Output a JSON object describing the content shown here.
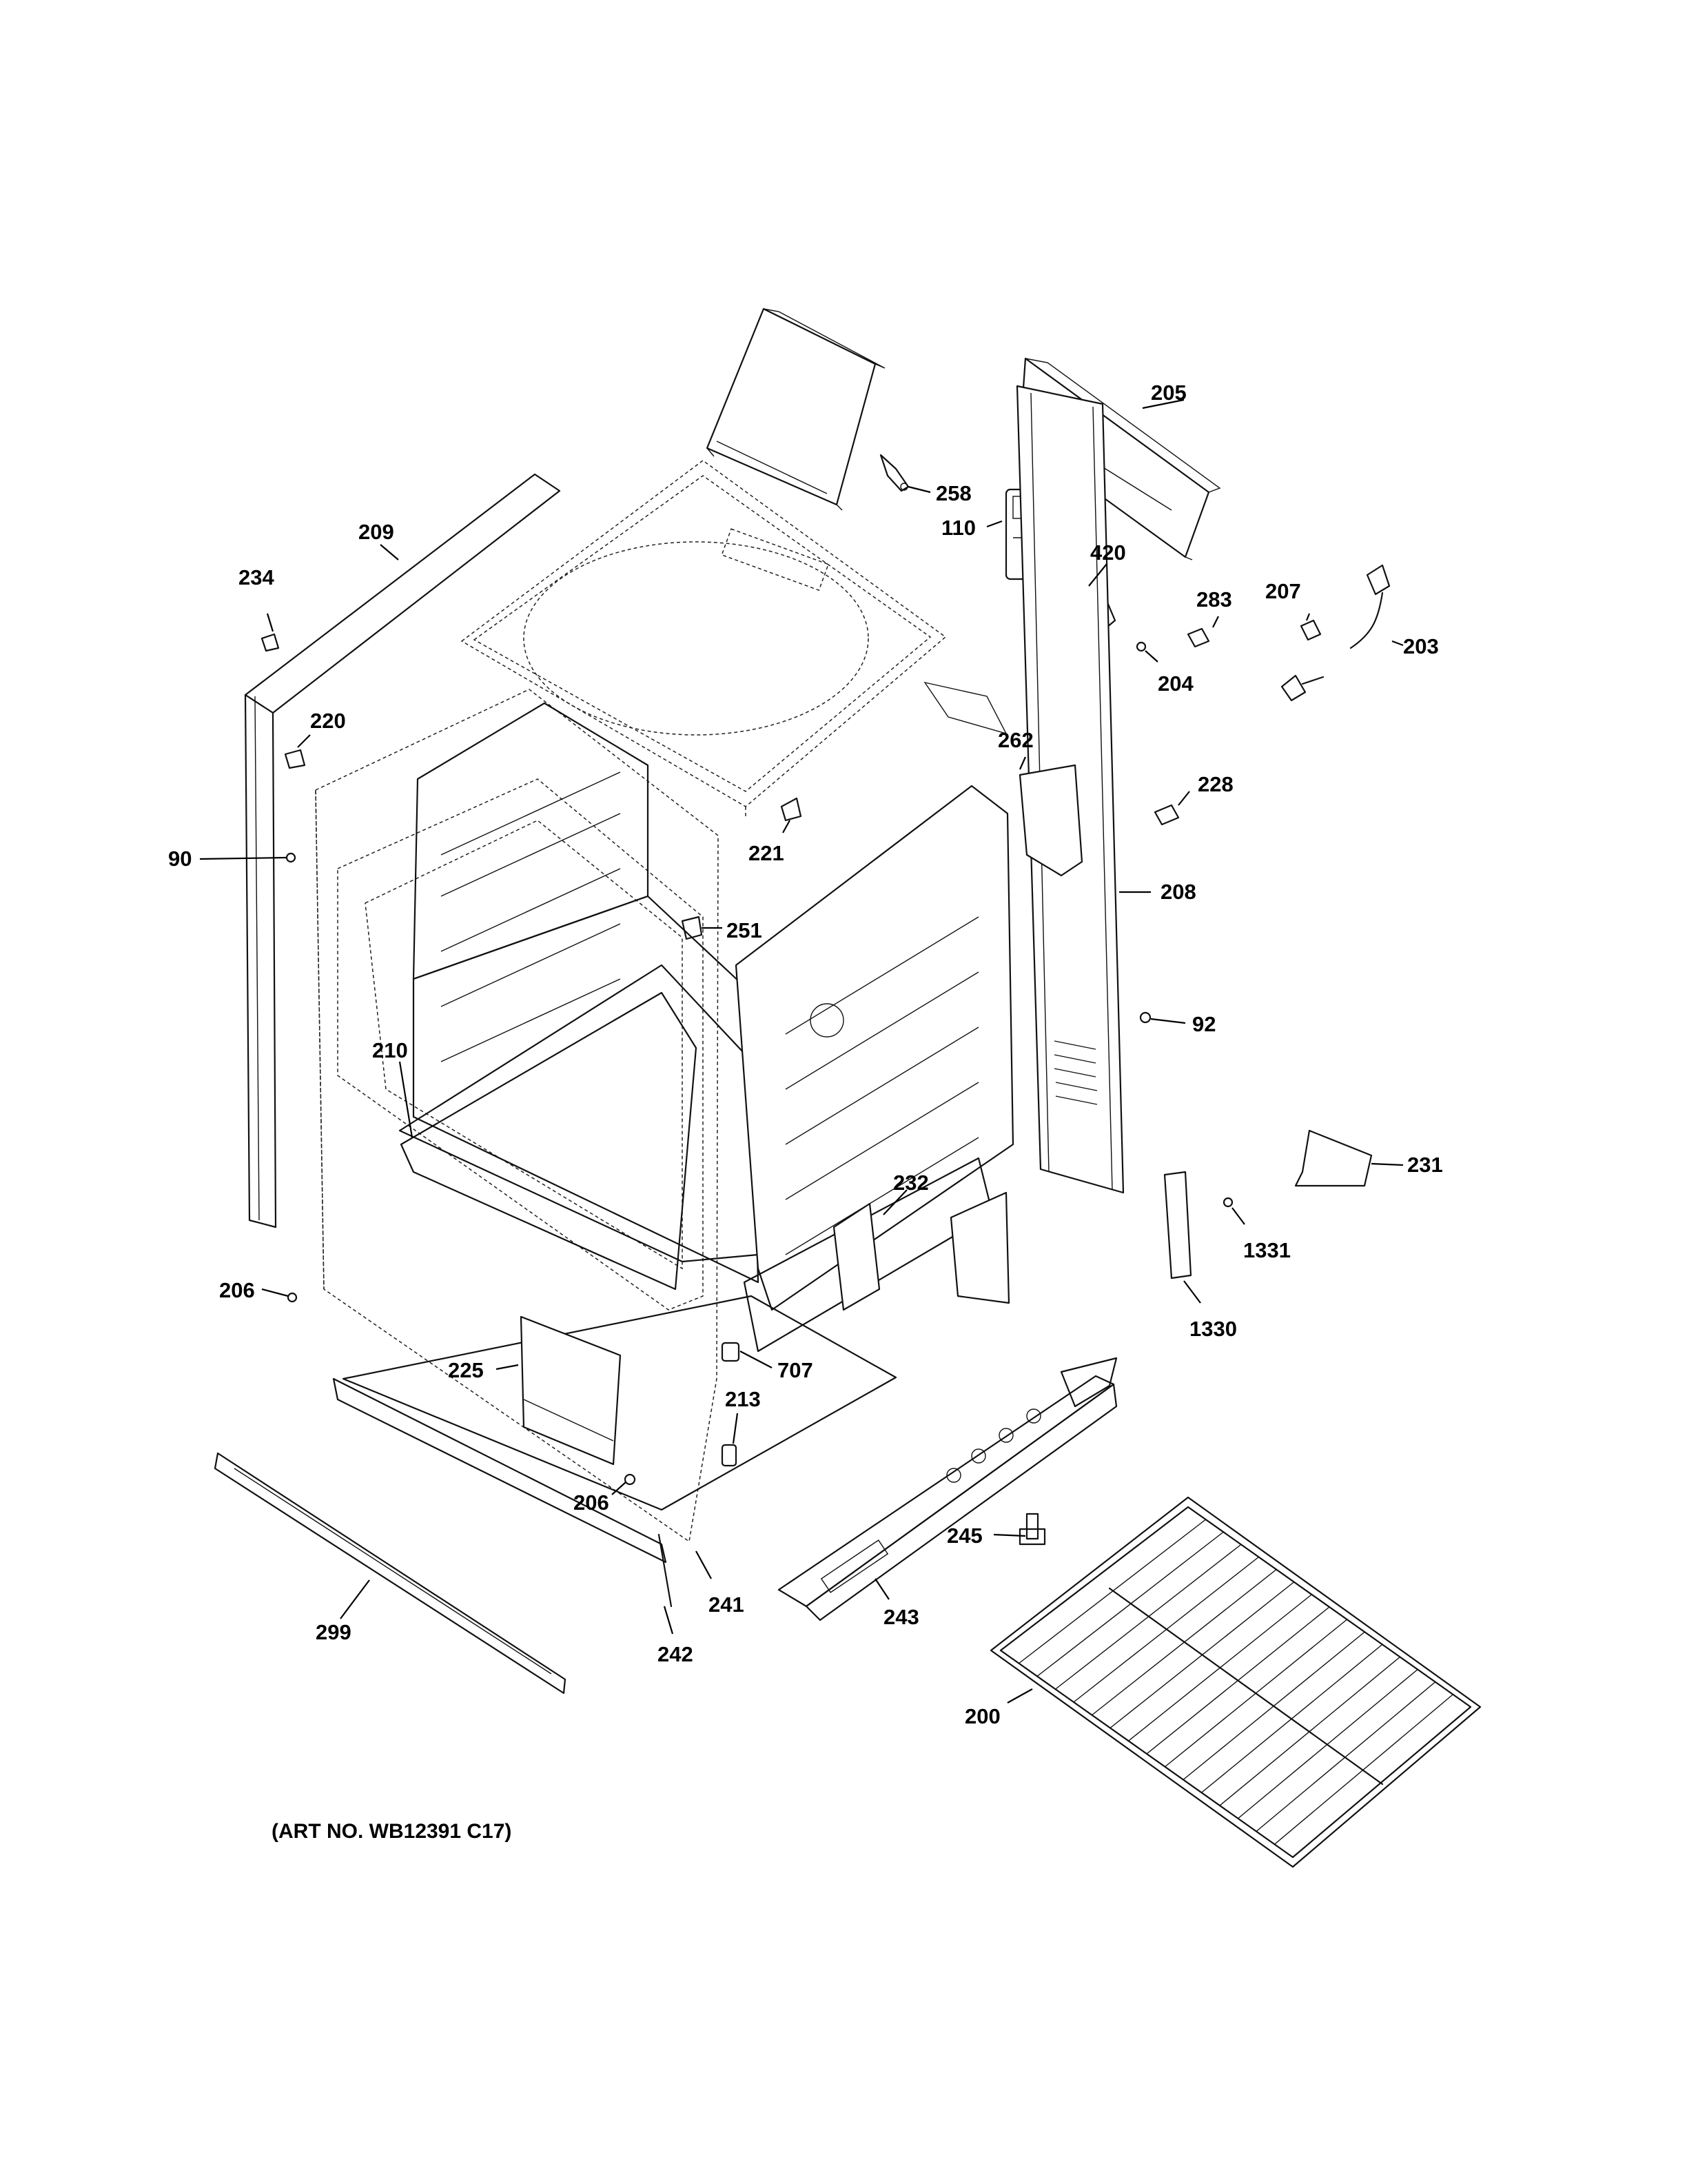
{
  "art_number": "(ART NO. WB12391 C17)",
  "callouts": {
    "c205": "205",
    "c258": "258",
    "c110": "110",
    "c420": "420",
    "c209": "209",
    "c234": "234",
    "c283": "283",
    "c207": "207",
    "c203": "203",
    "c204": "204",
    "c220": "220",
    "c262": "262",
    "c228": "228",
    "c90": "90",
    "c221": "221",
    "c208": "208",
    "c251": "251",
    "c92": "92",
    "c210": "210",
    "c231": "231",
    "c232": "232",
    "c1331": "1331",
    "c206a": "206",
    "c1330": "1330",
    "c225": "225",
    "c707": "707",
    "c213": "213",
    "c206b": "206",
    "c245": "245",
    "c241": "241",
    "c243": "243",
    "c299": "299",
    "c242": "242",
    "c200": "200"
  }
}
